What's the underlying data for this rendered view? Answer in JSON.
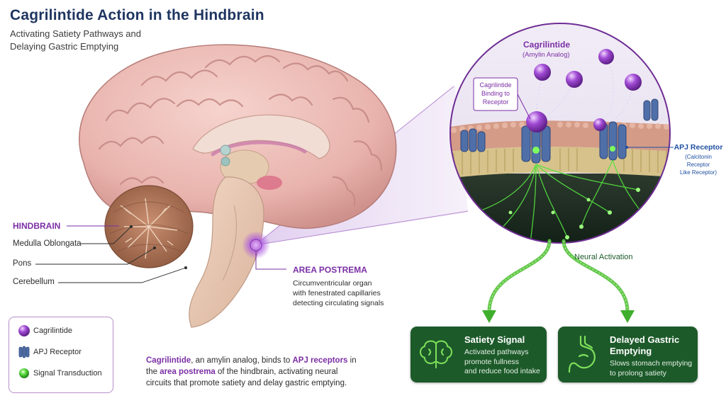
{
  "title": "Cagrilintide Action in the Hindbrain",
  "subtitle_line1": "Activating Satiety Pathways and",
  "subtitle_line2": "Delaying Gastric Emptying",
  "brain_labels": {
    "hindbrain": "HINDBRAIN",
    "medulla": "Medulla Oblongata",
    "pons": "Pons",
    "cerebellum": "Cerebellum"
  },
  "area_postrema": {
    "heading": "AREA POSTREMA",
    "line1": "Circumventricular organ",
    "line2": "with fenestrated capillaries",
    "line3": "detecting circulating signals"
  },
  "zoom": {
    "drug_name": "Cagrilintide",
    "drug_desc": "(Amylin Analog)",
    "binding_line1": "Cagrilintide",
    "binding_line2": "Binding to",
    "binding_line3": "Receptor",
    "receptor_name": "APJ Receptor",
    "receptor_desc1": "(Calcitonin Receptor",
    "receptor_desc2": "Like Receptor)",
    "neural_activation": "Neural Activation"
  },
  "legend": {
    "item1": "Cagrilintide",
    "item2": "APJ Receptor",
    "item3": "Signal Transduction"
  },
  "summary": {
    "p1_bold": "Cagrilintide",
    "p2": ", an amylin analog, binds to ",
    "p3_bold": "APJ receptors",
    "p4": " in the ",
    "p5_bold": "area postrema",
    "p6": " of the hindbrain, activating neural circuits that promote satiety and delay gastric emptying."
  },
  "card_satiety": {
    "title": "Satiety Signal",
    "line1": "Activated pathways",
    "line2": "promote fullness",
    "line3": "and reduce food intake"
  },
  "card_gastric": {
    "title_line1": "Delayed Gastric",
    "title_line2": "Emptying",
    "line1": "Slows stomach emptying",
    "line2": "to prolong satiety"
  },
  "colors": {
    "title": "#1f3561",
    "accent_purple": "#7b2fa5",
    "card_green": "#1d5a2a",
    "signal_green": "#3fd63a",
    "receptor_blue": "#1f4fa0"
  }
}
